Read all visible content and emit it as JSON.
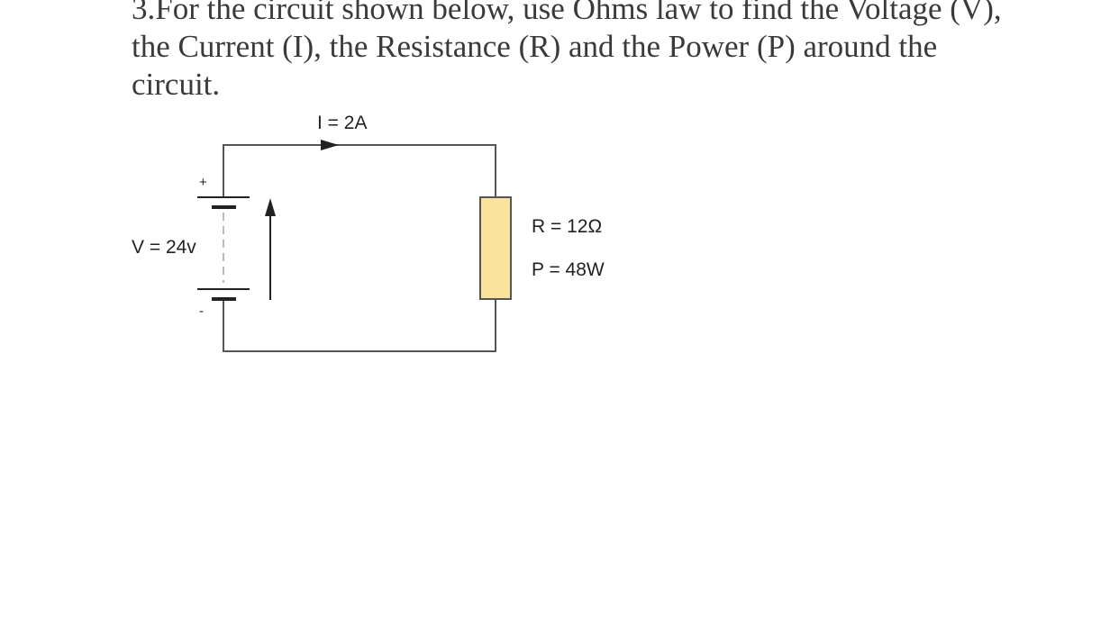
{
  "question": {
    "text": "3.For the circuit shown below, use Ohms law to find the Voltage (V), the Current (I), the Resistance (R) and the Power (P) around the circuit."
  },
  "circuit": {
    "current_label": "I = 2A",
    "voltage_label": "V = 24v",
    "resistance_label": "R = 12Ω",
    "power_label": "P = 48W",
    "plus_sign": "+",
    "minus_sign": "-",
    "resistor_fill": "#fae49d",
    "wire_color": "#555555"
  }
}
